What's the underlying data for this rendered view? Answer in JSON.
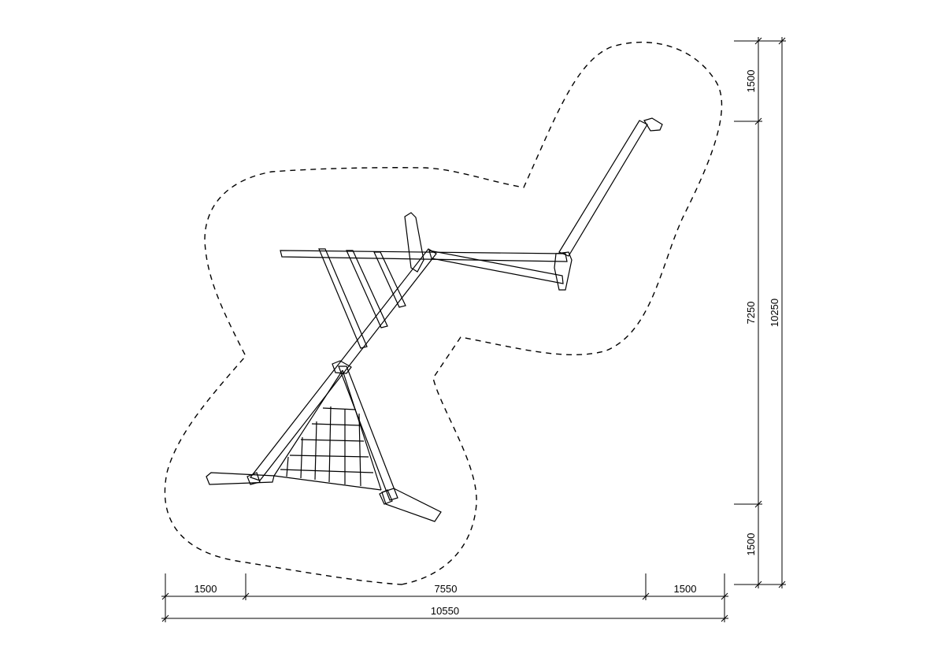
{
  "colors": {
    "line": "#000000",
    "background": "#ffffff"
  },
  "dimensions": {
    "horizontal": {
      "left_margin": "1500",
      "equipment_width": "7550",
      "right_margin": "1500",
      "overall": "10550"
    },
    "vertical": {
      "top_margin": "1500",
      "equipment_depth": "7250",
      "bottom_margin": "1500",
      "overall": "10250"
    }
  }
}
